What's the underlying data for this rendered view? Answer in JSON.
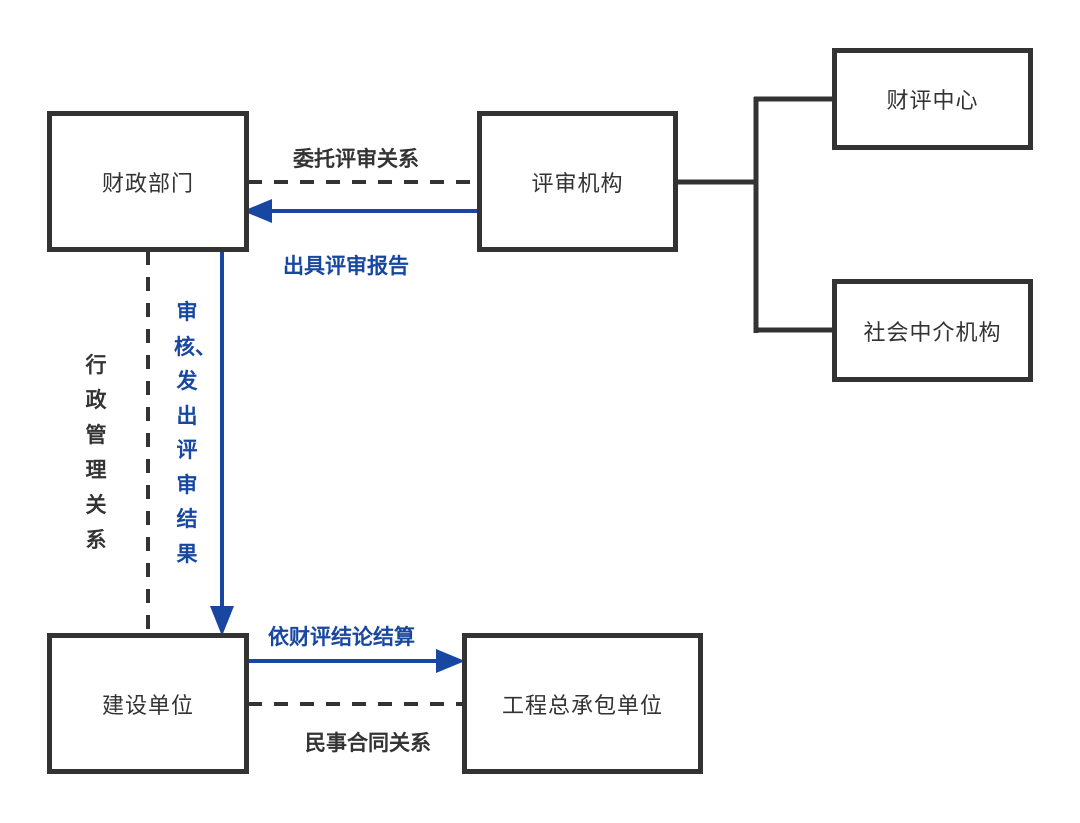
{
  "diagram": {
    "title": "",
    "colors": {
      "box_border": "#333333",
      "text": "#333333",
      "accent_blue": "#1747a0"
    },
    "nodes": [
      {
        "id": "finance",
        "label": "财政部门"
      },
      {
        "id": "review",
        "label": "评审机构"
      },
      {
        "id": "center",
        "label": "财评中心"
      },
      {
        "id": "agency",
        "label": "社会中介机构"
      },
      {
        "id": "owner",
        "label": "建设单位"
      },
      {
        "id": "contractor",
        "label": "工程总承包单位"
      }
    ],
    "edges": [
      {
        "from": "finance",
        "to": "review",
        "style": "dashed",
        "color": "dark",
        "label": "委托评审关系"
      },
      {
        "from": "review",
        "to": "finance",
        "style": "arrow",
        "color": "blue",
        "label": "出具评审报告"
      },
      {
        "from": "review",
        "to": "center",
        "style": "solid-tree",
        "color": "dark",
        "label": ""
      },
      {
        "from": "review",
        "to": "agency",
        "style": "solid-tree",
        "color": "dark",
        "label": ""
      },
      {
        "from": "finance",
        "to": "owner",
        "style": "dashed",
        "color": "dark",
        "label": "行政管理关系"
      },
      {
        "from": "finance",
        "to": "owner",
        "style": "arrow",
        "color": "blue",
        "label": "审核、发出评审结果"
      },
      {
        "from": "owner",
        "to": "contractor",
        "style": "arrow",
        "color": "blue",
        "label": "依财评结论结算"
      },
      {
        "from": "owner",
        "to": "contractor",
        "style": "dashed",
        "color": "dark",
        "label": "民事合同关系"
      }
    ]
  }
}
